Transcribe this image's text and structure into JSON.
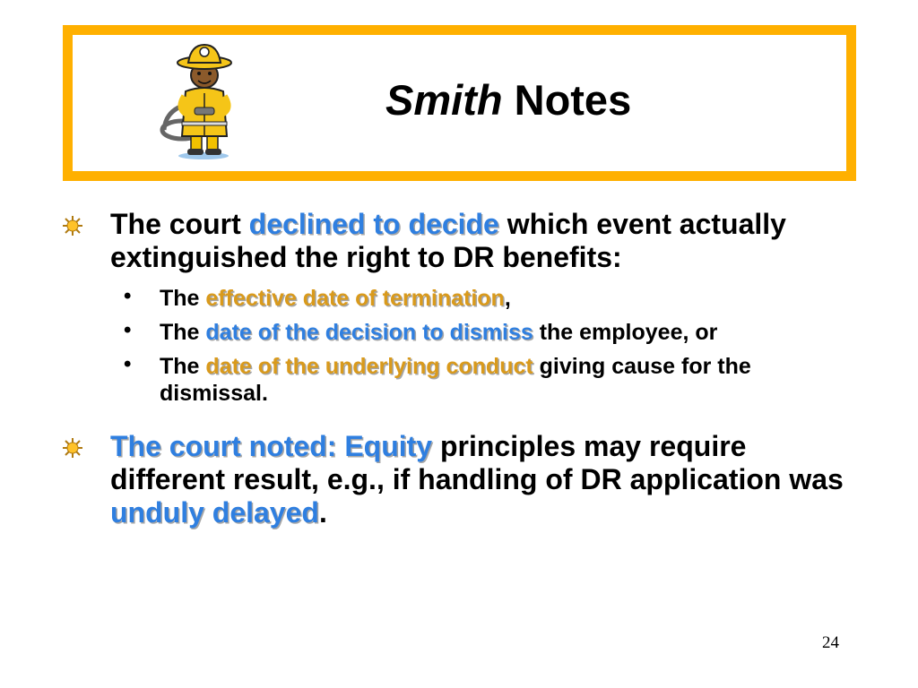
{
  "slide": {
    "title_italic": "Smith",
    "title_rest": " Notes",
    "page_number": "24"
  },
  "bullets": [
    {
      "pre": "The court ",
      "hl": "declined to decide",
      "post": " which event actually extinguished the right to DR benefits:",
      "hl_color": "#2f7fe0"
    },
    {
      "hl1": "The court noted:  Equity",
      "mid": " principles may require different result, e.g., if handling of DR application was ",
      "hl2": "unduly delayed",
      "post": ".",
      "hl_color": "#2f7fe0"
    }
  ],
  "sub_bullets": [
    {
      "pre": "The ",
      "hl": "effective date of termination",
      "post": ",",
      "hl_color": "#d99a1c"
    },
    {
      "pre": "The ",
      "hl": "date of the decision to dismiss",
      "post": " the employee, or",
      "hl_color": "#2f7fe0"
    },
    {
      "pre": "The ",
      "hl": "date of the underlying conduct",
      "post": " giving cause for the dismissal.",
      "hl_color": "#d99a1c"
    }
  ],
  "icons": {
    "mascot": "firefighter-cartoon-icon",
    "bullet": "sun-bullet-icon",
    "sub_bullet": "round-dot"
  },
  "colors": {
    "frame": "#ffb000",
    "highlight_blue": "#2f7fe0",
    "highlight_gold": "#d99a1c"
  }
}
